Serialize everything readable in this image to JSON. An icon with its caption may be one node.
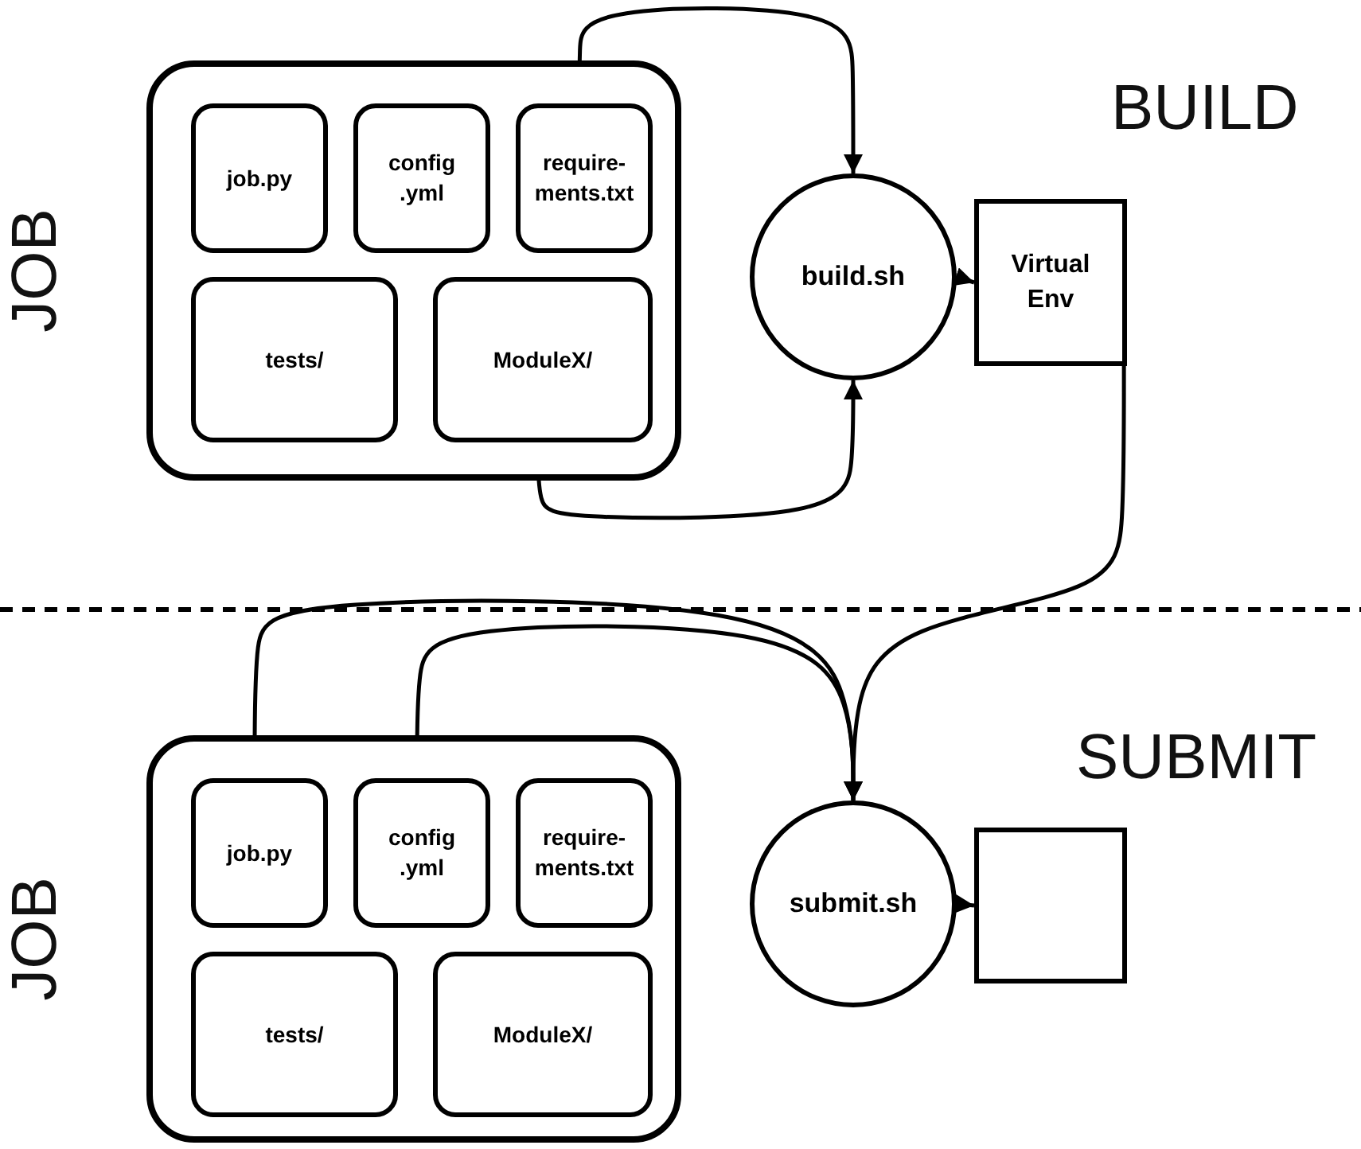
{
  "diagram": {
    "nodes": [
      {
        "text": [
          "JOB"
        ]
      },
      {
        "text": [
          "job.py"
        ],
        "in": 0
      },
      {
        "text": [
          "config .yml"
        ],
        "in": 0
      },
      {
        "text": [
          "require- ments.txt"
        ],
        "in": 0
      },
      {
        "text": [
          "tests/"
        ],
        "in": 0
      },
      {
        "text": [
          "ModuleX/"
        ],
        "in": 0
      },
      {
        "text": [
          "build.sh"
        ]
      },
      {
        "text": [
          "Virtual Env"
        ]
      },
      {
        "text": [
          "JOB"
        ]
      },
      {
        "text": [
          "job.py"
        ],
        "in": 8
      },
      {
        "text": [
          "config .yml"
        ],
        "in": 8
      },
      {
        "text": [
          "require- ments.txt"
        ],
        "in": 8
      },
      {
        "text": [
          "tests/"
        ],
        "in": 8
      },
      {
        "text": [
          "ModuleX/"
        ],
        "in": 8
      },
      {
        "text": [
          "submit.sh"
        ]
      },
      {
        "text": [],
        "shape": "box"
      }
    ],
    "edges": [
      {
        "from": 3,
        "to": 6,
        "arrow": "to"
      },
      {
        "from": 5,
        "to": 6,
        "arrow": "to"
      },
      {
        "from": 6,
        "to": 7,
        "arrow": "to"
      },
      {
        "from": 7,
        "to": 14,
        "arrow": "to"
      },
      {
        "from": 9,
        "to": 14,
        "arrow": "to"
      },
      {
        "from": 10,
        "to": 14,
        "arrow": "to"
      },
      {
        "from": 14,
        "to": 15,
        "arrow": "to"
      }
    ],
    "labels": [
      "BUILD",
      "SUBMIT"
    ]
  }
}
